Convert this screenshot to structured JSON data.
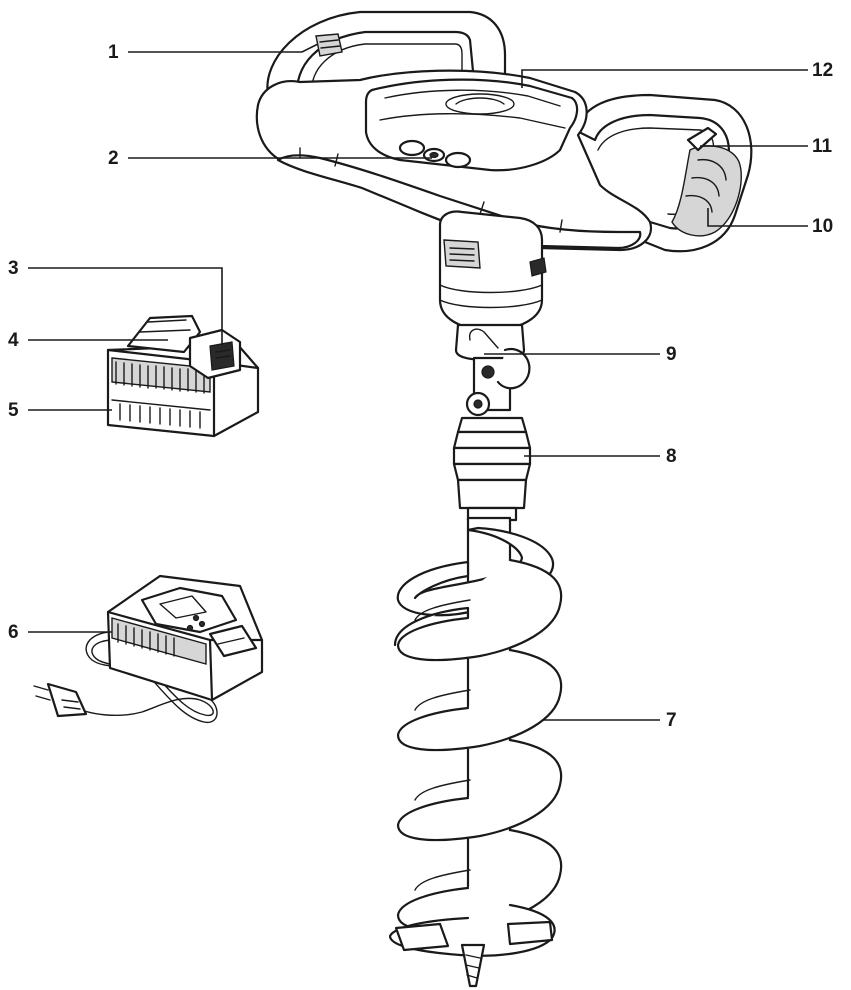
{
  "callouts": [
    {
      "id": "1",
      "label": "1"
    },
    {
      "id": "2",
      "label": "2"
    },
    {
      "id": "3",
      "label": "3"
    },
    {
      "id": "4",
      "label": "4"
    },
    {
      "id": "5",
      "label": "5"
    },
    {
      "id": "6",
      "label": "6"
    },
    {
      "id": "7",
      "label": "7"
    },
    {
      "id": "8",
      "label": "8"
    },
    {
      "id": "9",
      "label": "9"
    },
    {
      "id": "10",
      "label": "10"
    },
    {
      "id": "11",
      "label": "11"
    },
    {
      "id": "12",
      "label": "12"
    }
  ],
  "colors": {
    "line": "#1a1a1a",
    "background": "#ffffff"
  }
}
